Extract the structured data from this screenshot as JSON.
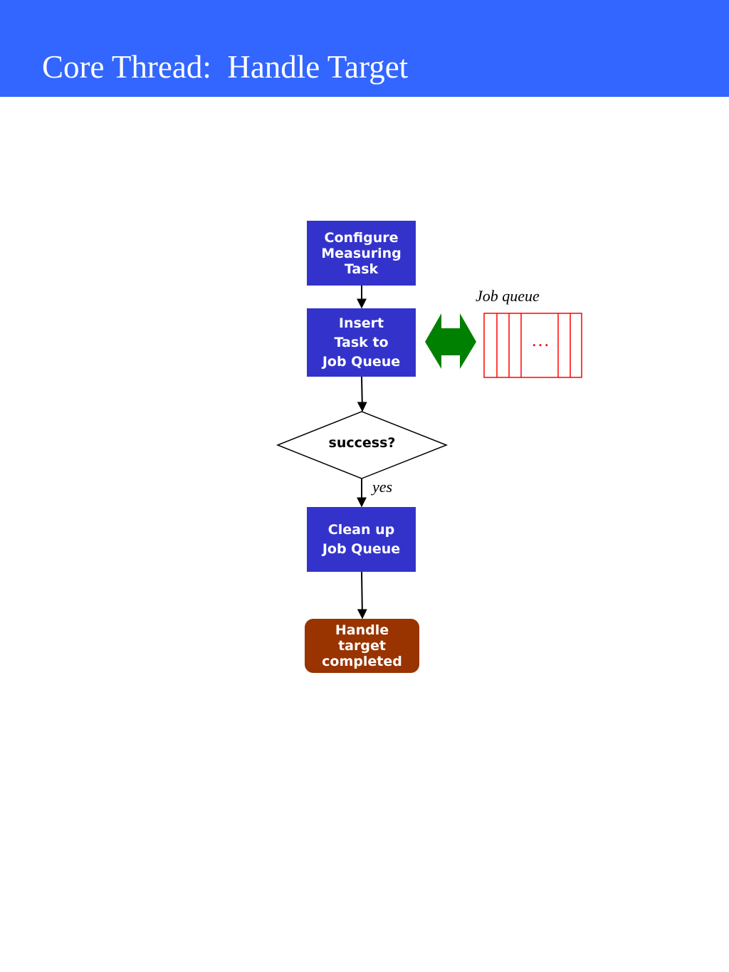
{
  "title": "Core Thread:  Handle Target",
  "colors": {
    "header": "#3366ff",
    "process_box": "#3333cc",
    "terminal_box": "#993300",
    "exchange_arrow": "#008000",
    "queue_outline": "#ff0000"
  },
  "flowchart": {
    "configure": [
      "Configure",
      "Measuring",
      "Task"
    ],
    "insert": [
      "Insert",
      "Task to",
      "Job Queue"
    ],
    "decision": "success?",
    "yes_label": "yes",
    "cleanup": [
      "Clean up",
      "Job Queue"
    ],
    "terminal": [
      "Handle",
      "target",
      "completed"
    ]
  },
  "job_queue": {
    "title": "Job queue",
    "ellipsis": "…"
  }
}
